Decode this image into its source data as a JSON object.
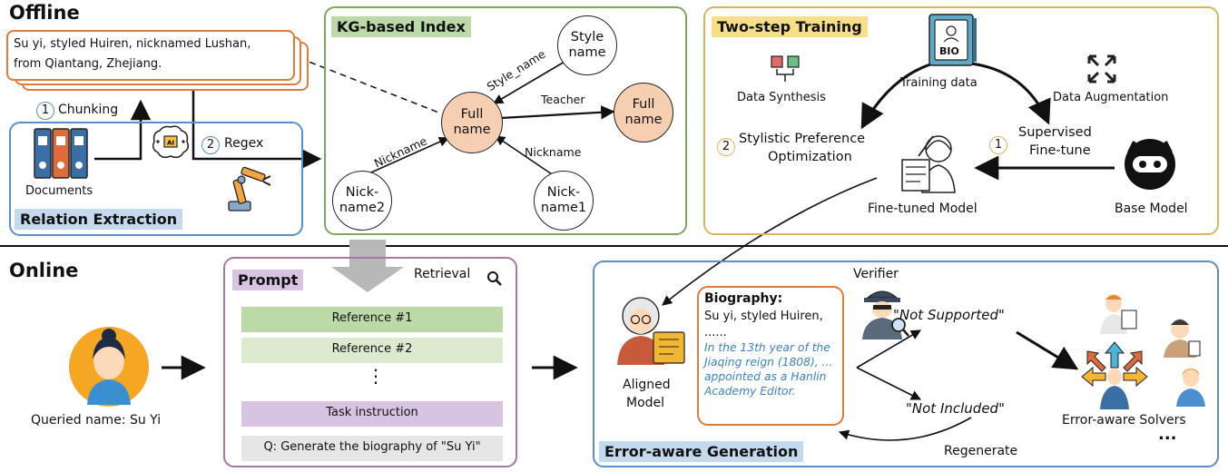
{
  "colors": {
    "orange": "#e07b39",
    "blue": "#5a8fc9",
    "green": "#7da85c",
    "gold": "#d9b65c",
    "purple": "#a7789f",
    "peach": "#f6cfb3",
    "green_fill": "#bcd9a8",
    "purple_fill": "#d7c4e2",
    "blue_fill": "#c5d9ee",
    "yellow_fill": "#f7df8a",
    "italic_blue": "#3a82c8"
  },
  "offline": {
    "title": "Offline",
    "doc_text_line1": "Su yi, styled Huiren, nicknamed Lushan,",
    "doc_text_line2": "from Qiantang, Zhejiang.",
    "chunking_num": "1",
    "chunking_label": "Chunking",
    "regex_num": "2",
    "regex_label": "Regex",
    "documents_label": "Documents",
    "relation_extraction_label": "Relation Extraction"
  },
  "kg": {
    "title": "KG-based Index",
    "node_style_name": "Style name",
    "node_full_name_center": "Full name",
    "node_full_name_right": "Full name",
    "node_nick2": "Nick-name2",
    "node_nick1": "Nick-name1",
    "edge_style_name": "Style_name",
    "edge_teacher": "Teacher",
    "edge_nickname_left": "Nickname",
    "edge_nickname_right": "Nickname"
  },
  "training": {
    "title": "Two-step Training",
    "book_label": "BIO",
    "data_synthesis": "Data Synthesis",
    "training_data": "Training data",
    "data_augmentation": "Data Augmentation",
    "spo_num": "2",
    "spo_line1": "Stylistic Preference",
    "spo_line2": "Optimization",
    "sft_num": "1",
    "sft_line1": "Supervised",
    "sft_line2": "Fine-tune",
    "fine_tuned_model": "Fine-tuned Model",
    "base_model": "Base Model"
  },
  "online": {
    "title": "Online",
    "queried_name": "Queried name: Su Yi",
    "prompt_title": "Prompt",
    "retrieval": "Retrieval",
    "reference1": "Reference #1",
    "reference2": "Reference #2",
    "ellipsis_vertical": "⋮",
    "task_instruction": "Task instruction",
    "query": "Q: Generate the biography of \"Su Yi\"",
    "aligned_model_line1": "Aligned",
    "aligned_model_line2": "Model",
    "biography_title": "Biography:",
    "bio_line1": "Su yi, styled Huiren,",
    "bio_line2": "......",
    "bio_italic": "In the 13th year of the Jiaqing reign (1808), ... appointed as a Hanlin Academy Editor.",
    "verifier": "Verifier",
    "not_supported": "\"Not Supported\"",
    "not_included": "\"Not Included\"",
    "regenerate": "Regenerate",
    "error_aware_solvers": "Error-aware Solvers",
    "solvers_ellipsis": "...",
    "error_aware_generation": "Error-aware Generation"
  }
}
